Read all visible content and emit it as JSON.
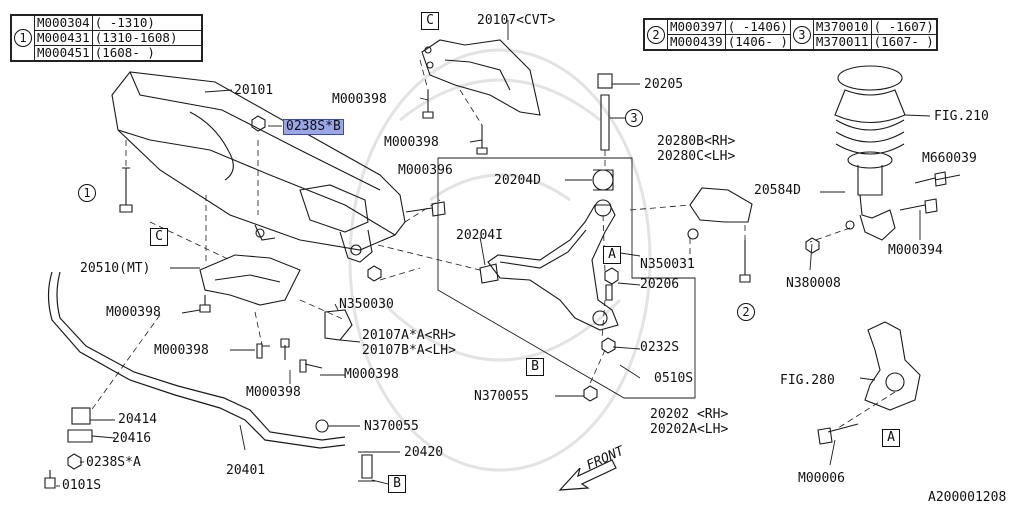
{
  "code_table_1": {
    "marker": "1",
    "rows": [
      {
        "part": "M000304",
        "range": "(      -1310)"
      },
      {
        "part": "M000431",
        "range": "(1310-1608)"
      },
      {
        "part": "M000451",
        "range": "(1608-      )"
      }
    ]
  },
  "code_table_2": {
    "marker": "2",
    "rows": [
      {
        "part": "M000397",
        "range": "( -1406)"
      },
      {
        "part": "M000439",
        "range": "(1406- )"
      }
    ]
  },
  "code_table_3": {
    "marker": "3",
    "rows": [
      {
        "part": "M370010",
        "range": "(  -1607)"
      },
      {
        "part": "M370011",
        "range": "(1607-  )"
      }
    ]
  },
  "labels": {
    "l20101": "20101",
    "l0238sb": "0238S*B",
    "l20107cvt": "20107<CVT>",
    "lM000398a": "M000398",
    "lM000398b": "M000398",
    "lM000396": "M000396",
    "l20205": "20205",
    "l20204d": "20204D",
    "l20280b": "20280B<RH>",
    "l20280c": "20280C<LH>",
    "lFig210": "FIG.210",
    "lM660039": "M660039",
    "l20584d": "20584D",
    "lM000394": "M000394",
    "l20204i": "20204I",
    "lN350031": "N350031",
    "l20206": "20206",
    "lN380008": "N380008",
    "l20510mt": "20510(MT)",
    "lM000398c": "M000398",
    "lN350030": "N350030",
    "l20107aa": "20107A*A<RH>",
    "l20107ba": "20107B*A<LH>",
    "lM000398d": "M000398",
    "lM000398e": "M000398",
    "lM000398f": "M000398",
    "l0232s": "0232S",
    "l0510s": "0510S",
    "lN370055a": "N370055",
    "l20202": "20202  <RH>",
    "l20202a": "20202A<LH>",
    "lFig280": "FIG.280",
    "l20414": "20414",
    "l20416": "20416",
    "l0238sa": "0238S*A",
    "l0101s": "0101S",
    "l20401": "20401",
    "lN370055b": "N370055",
    "l20420": "20420",
    "lFront": "FRONT",
    "lM00006": "M00006",
    "lDiagramId": "A200001208"
  },
  "refs": {
    "c1": "C",
    "c2": "C",
    "a1": "A",
    "a2": "A",
    "b1": "B",
    "b2": "B",
    "n1": "1",
    "n2": "2",
    "n3": "3"
  },
  "colors": {
    "line": "#1a1a1a",
    "highlight": "#9aa6e6",
    "highlight_border": "#3a49b8",
    "watermark": "#e6e6e6"
  }
}
